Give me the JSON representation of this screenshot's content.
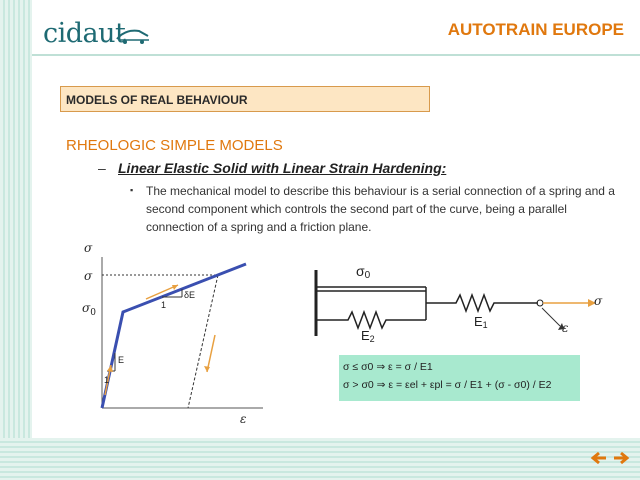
{
  "header": {
    "logo_text": "cidaut",
    "brand": "AUTOTRAIN EUROPE"
  },
  "section": {
    "title": "MODELS OF REAL BEHAVIOUR"
  },
  "content": {
    "subtitle": "RHEOLOGIC SIMPLE MODELS",
    "dash": "–",
    "heading": "Linear Elastic Solid with Linear Strain Hardening:",
    "bullet": "▪",
    "body": "The mechanical model to describe this behaviour is a serial connection of a spring and a second component which controls the second part of the curve, being a parallel connection of a spring and a friction plane."
  },
  "graph": {
    "y_axis_label": "σ",
    "y_tick_upper": "σ",
    "y_tick_yield_base": "σ",
    "y_tick_yield_sub": "0",
    "x_axis_label": "ε",
    "slope_label_E": "E",
    "slope_label_one": "1",
    "hardening_label": "δE",
    "hardening_one": "1"
  },
  "mechanism": {
    "friction_base": "σ",
    "friction_sub": "0",
    "spring2_base": "E",
    "spring2_sub": "2",
    "spring1_base": "E",
    "spring1_sub": "1",
    "output_sigma": "σ",
    "output_epsilon": "ε"
  },
  "formulas": {
    "line1": "σ ≤ σ0 ⇒ ε = σ / E1",
    "line2": "σ > σ0 ⇒ ε = εel + εpl = σ / E1 + (σ - σ0) / E2"
  },
  "colors": {
    "accent": "#e0780e",
    "curve": "#3a4fb0",
    "formula_bg": "#a8e9cf",
    "section_bg": "#fde6c3"
  },
  "nav": {
    "prev_icon": "arrow-left-icon",
    "next_icon": "arrow-right-icon"
  }
}
